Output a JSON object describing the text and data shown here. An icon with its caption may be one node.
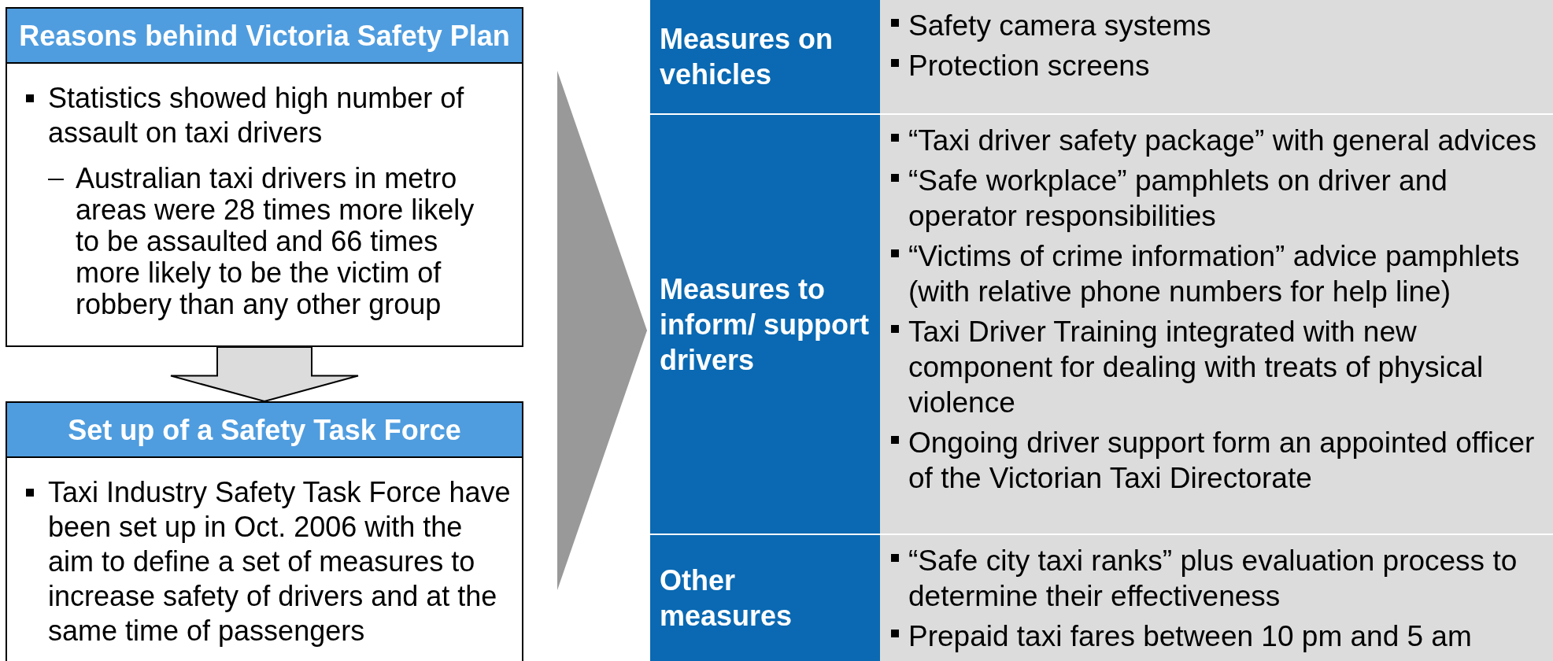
{
  "diagram": {
    "nodes": [
      {
        "text": [
          "Reasons behind Victoria Safety Plan",
          "Statistics showed high number of assault on taxi drivers",
          "Australian taxi drivers in metro areas were 28 times more likely to be assaulted and 66 times more likely to be the victim of robbery than any other group"
        ]
      },
      {
        "text": [
          "Set up of a Safety Task Force",
          "Taxi Industry Safety Task Force have been set up in Oct. 2006 with the aim to define a set of measures to increase safety of drivers and at the same time of passengers"
        ]
      },
      {
        "text": [
          "Measures on vehicles",
          "Safety camera systems",
          "Protection screens"
        ]
      },
      {
        "text": [
          "Measures to inform/ support drivers",
          "“Taxi driver safety package” with general advices",
          "“Safe workplace”  pamphlets on driver and operator responsibilities",
          "“Victims of crime information” advice pamphlets (with relative phone numbers for help line)",
          "Taxi Driver Training integrated with new component for dealing with treats of physical violence",
          "Ongoing driver support form an appointed officer of the Victorian Taxi Directorate"
        ]
      },
      {
        "text": [
          "Other measures",
          "“Safe city taxi ranks” plus evaluation process to determine their effectiveness",
          "Prepaid taxi fares between 10 pm and 5 am"
        ]
      }
    ],
    "edges": [
      {
        "from": 0,
        "to": 1,
        "arrow": "to"
      },
      {
        "from": 0,
        "to": 3,
        "arrow": "to",
        "color": "#999999"
      }
    ]
  }
}
